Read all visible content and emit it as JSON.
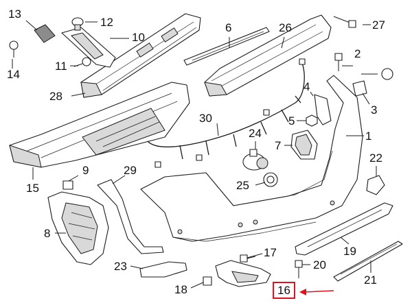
{
  "diagram": {
    "highlight_color": "#e0101f",
    "callouts": {
      "c1": "1",
      "c2": "2",
      "c3": "3",
      "c4": "4",
      "c5": "5",
      "c6": "6",
      "c7": "7",
      "c8": "8",
      "c9": "9",
      "c10": "10",
      "c11": "11",
      "c12": "12",
      "c13": "13",
      "c14": "14",
      "c15": "15",
      "c16": "16",
      "c17": "17",
      "c18": "18",
      "c19": "19",
      "c20": "20",
      "c21": "21",
      "c22": "22",
      "c23": "23",
      "c24": "24",
      "c25": "25",
      "c26": "26",
      "c27": "27",
      "c28": "28",
      "c29": "29",
      "c30": "30"
    },
    "highlighted_part": "c16"
  }
}
